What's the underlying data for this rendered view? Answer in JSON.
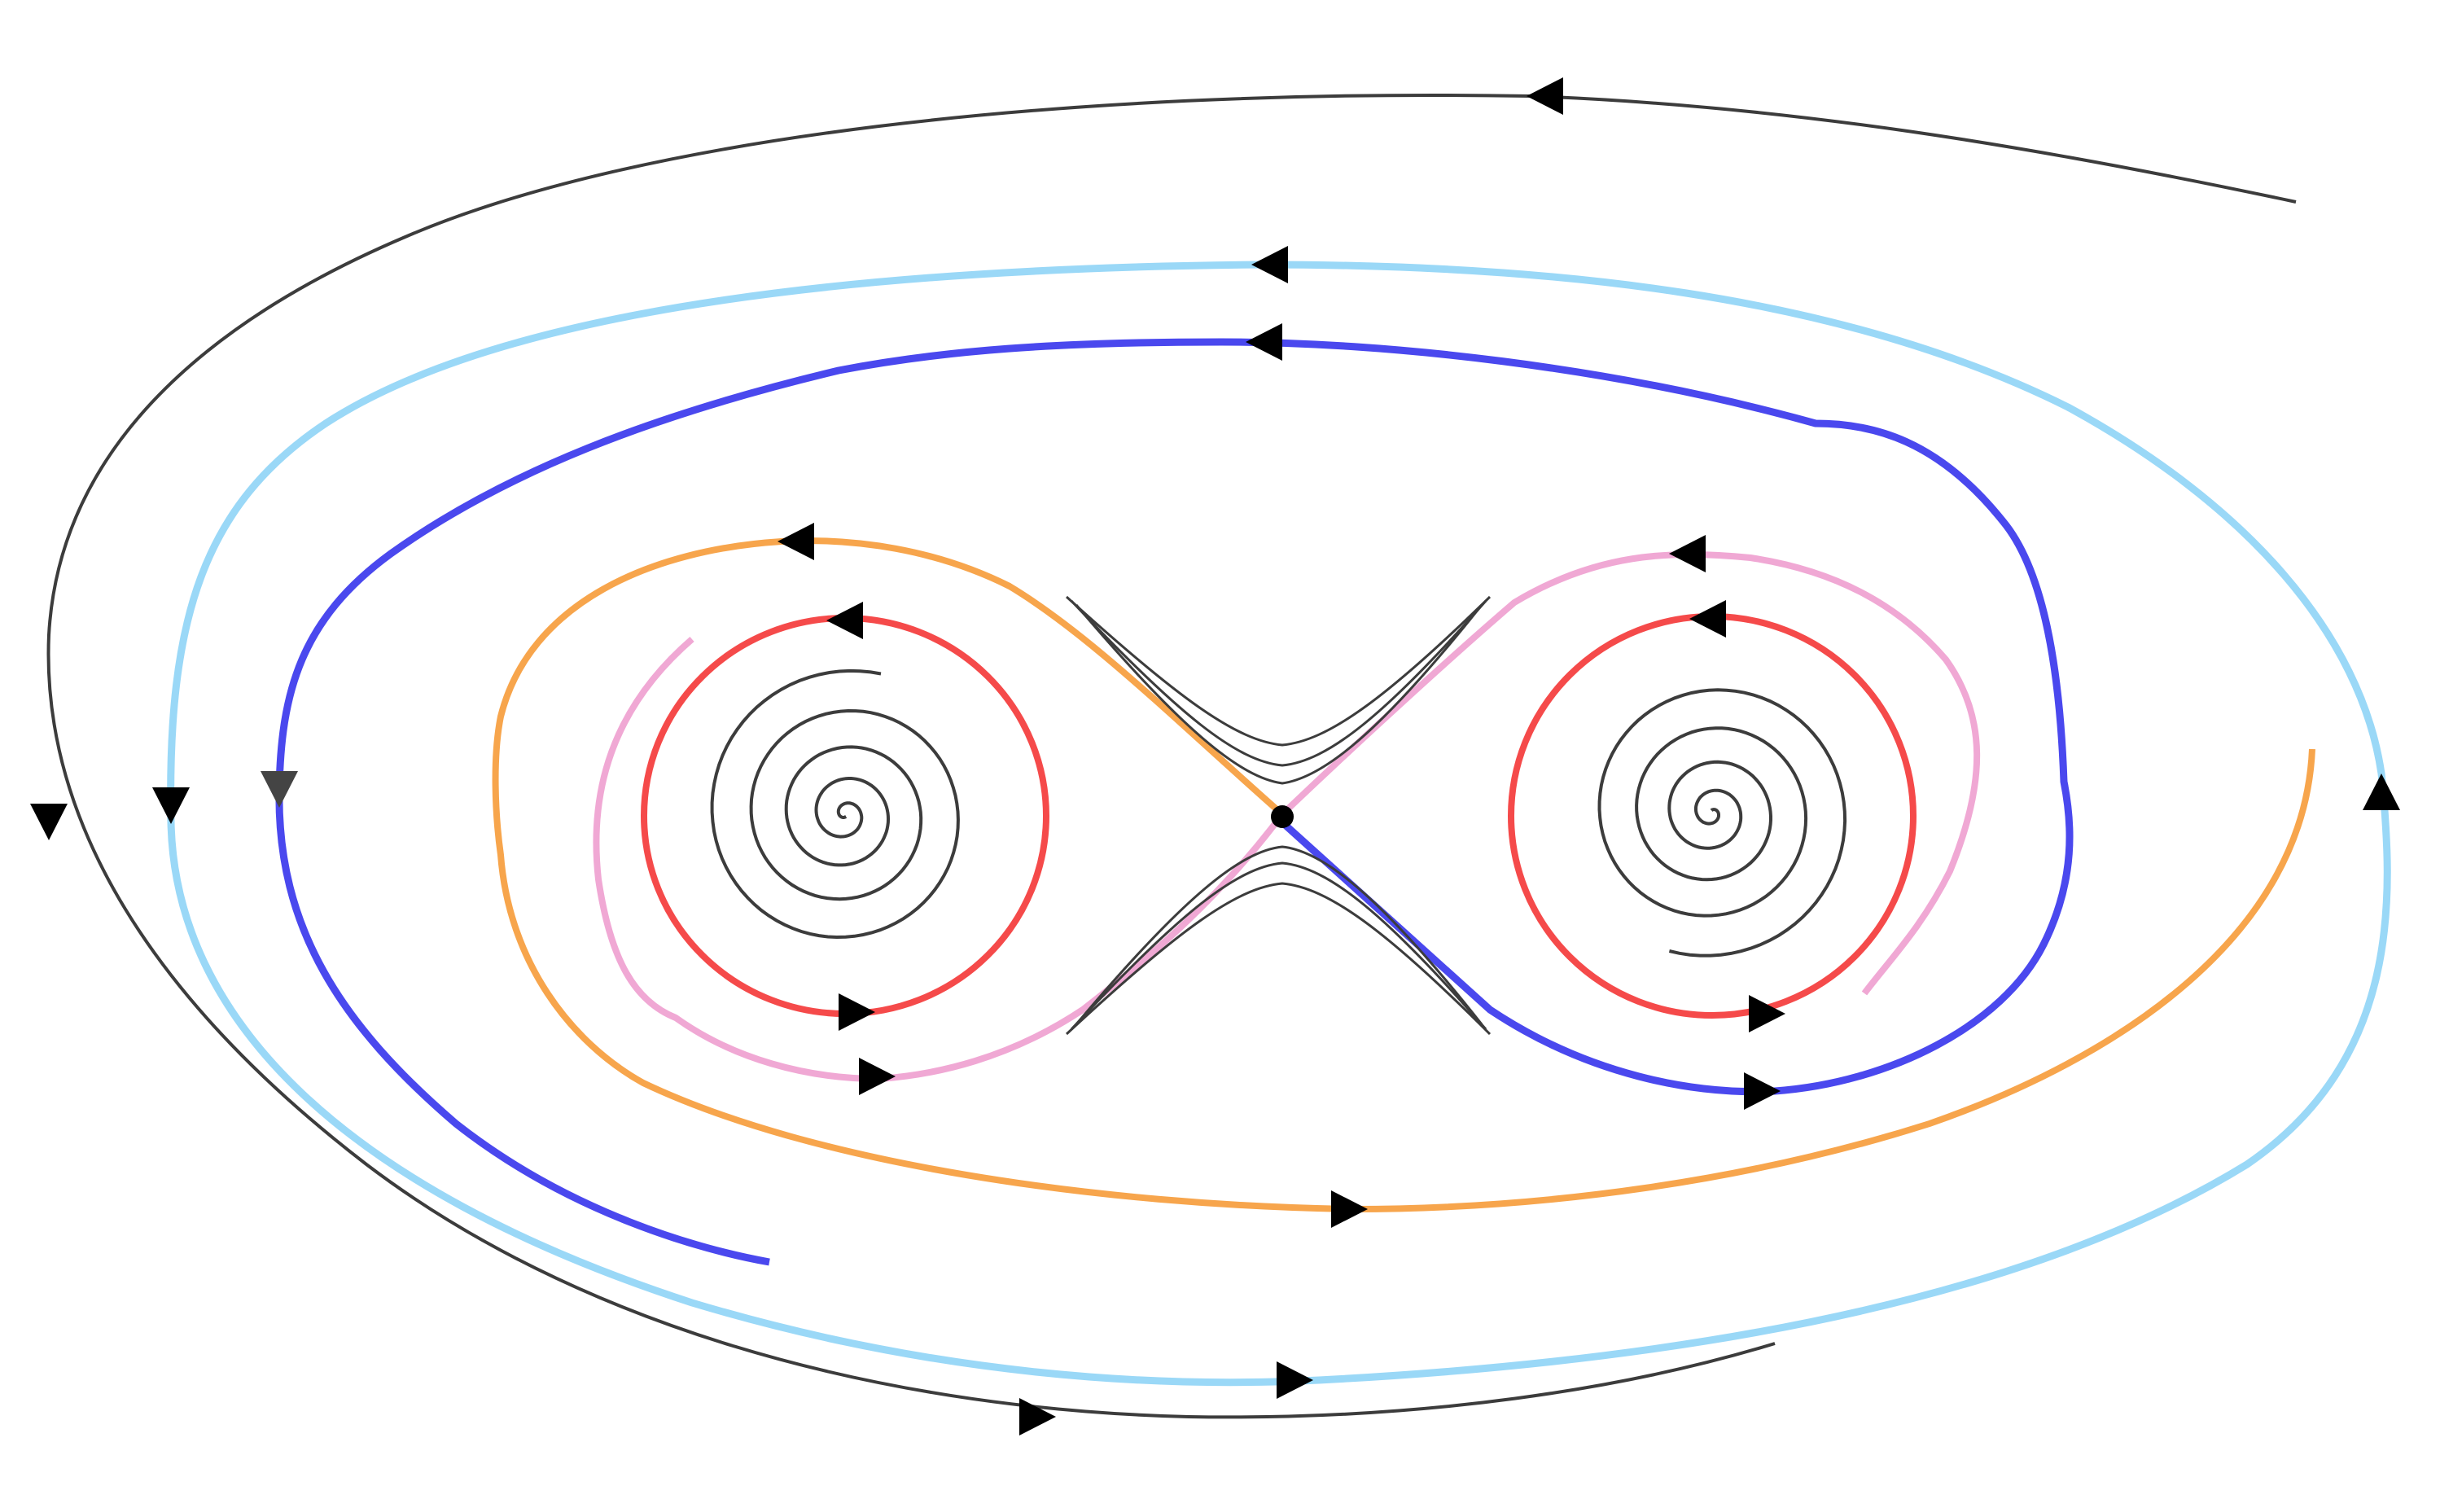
{
  "diagram": {
    "kind": "phase-portrait",
    "labels": [],
    "colors": {
      "background": "#ffffff",
      "outer_orbit": "#3c3c3c",
      "light_blue_orbit": "#9ad8f7",
      "blue_orbit": "#4a48ee",
      "orange_orbit": "#f7a54c",
      "pink_orbit": "#f0a8d4",
      "red_limit_cycle": "#f54a4a",
      "spiral": "#3c3c3c",
      "saddle_branches": "#3c3c3c",
      "saddle_point": "#000000",
      "arrowhead": "#000000"
    },
    "elements": {
      "saddle_point": "fixed-point",
      "left_focus": "stable-spiral",
      "right_focus": "stable-spiral",
      "limit_cycles": [
        "left-red-cycle",
        "right-red-cycle"
      ],
      "homoclinic_like_orbits": [
        "orange",
        "pink",
        "blue"
      ],
      "outer_orbits": [
        "light-blue",
        "dark-gray"
      ]
    },
    "arrow_icons": [
      "arrow-left-icon",
      "arrow-right-icon",
      "arrow-down-icon",
      "arrow-up-icon"
    ]
  }
}
